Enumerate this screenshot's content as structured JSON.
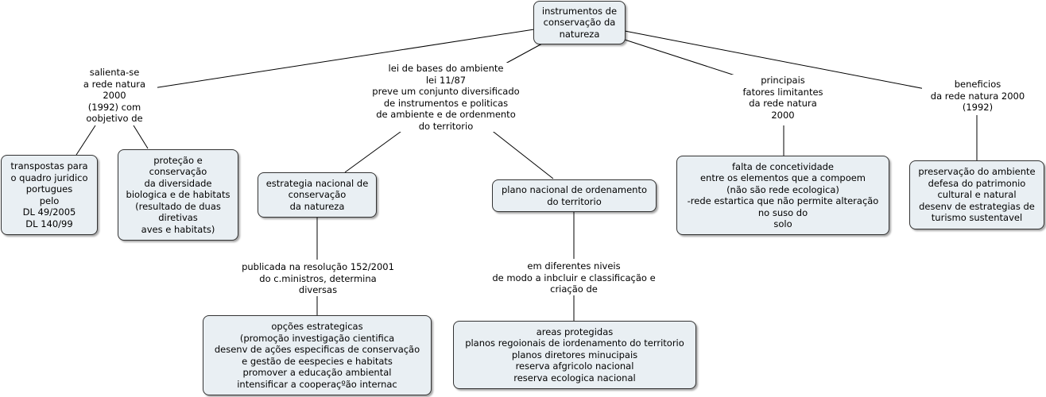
{
  "concepts": {
    "root": "instrumentos de\nconservação da\nnatureza",
    "transpostas": "transpostas para\no quadro juridico\nportugues\npelo\nDL 49/2005\nDL 140/99",
    "protecao": "proteção e\nconservação\nda diversidade\nbiologica e de habitats\n(resultado de duas\ndiretivas\naves e habitats)",
    "estrategia": "estrategia nacional de\nconservação\nda natureza",
    "plano": "plano nacional de ordenamento\ndo territorio",
    "falta": "falta de concetividade\nentre os elementos que a compoem\n(não são rede ecologica)\n-rede estartica que não permite alteração\nno suso do\nsolo",
    "preservacao": "preservação do ambiente\ndefesa do patrimonio\ncultural e natural\ndesenv de estrategias de\nturismo sustentavel",
    "opcoes": "opções estrategicas\n(promoção investigação cientifica\ndesenv de ações especificas de conservação\ne gestão de eespecies e habitats\npromover a educação ambiental\nintensificar a cooperaçºão internac",
    "areas": "areas protegidas\nplanos regoionais de iordenamento do territorio\nplanos diretores minucipais\nreserva afgricolo nacional\nreserva ecologica nacional"
  },
  "phrases": {
    "salienta": "salienta-se\na rede natura\n2000\n(1992) com\noobjetivo de",
    "lei": "lei de bases do ambiente\nlei 11/87\npreve um conjunto diversificado\nde instrumentos e politicas\nde ambiente e de ordenmento\ndo territorio",
    "fatores": "principais\nfatores limitantes\nda rede natura\n2000",
    "beneficios": "beneficios\nda rede natura 2000\n(1992)",
    "publicada": "publicada na resolução 152/2001\ndo c.ministros, determina\ndiversas",
    "diferentes": "em diferentes niveis\nde modo a inbcluir e classificação e\ncriação de"
  },
  "colors": {
    "node_fill": "#e9eff3",
    "node_border": "#333333",
    "link": "#000000"
  }
}
